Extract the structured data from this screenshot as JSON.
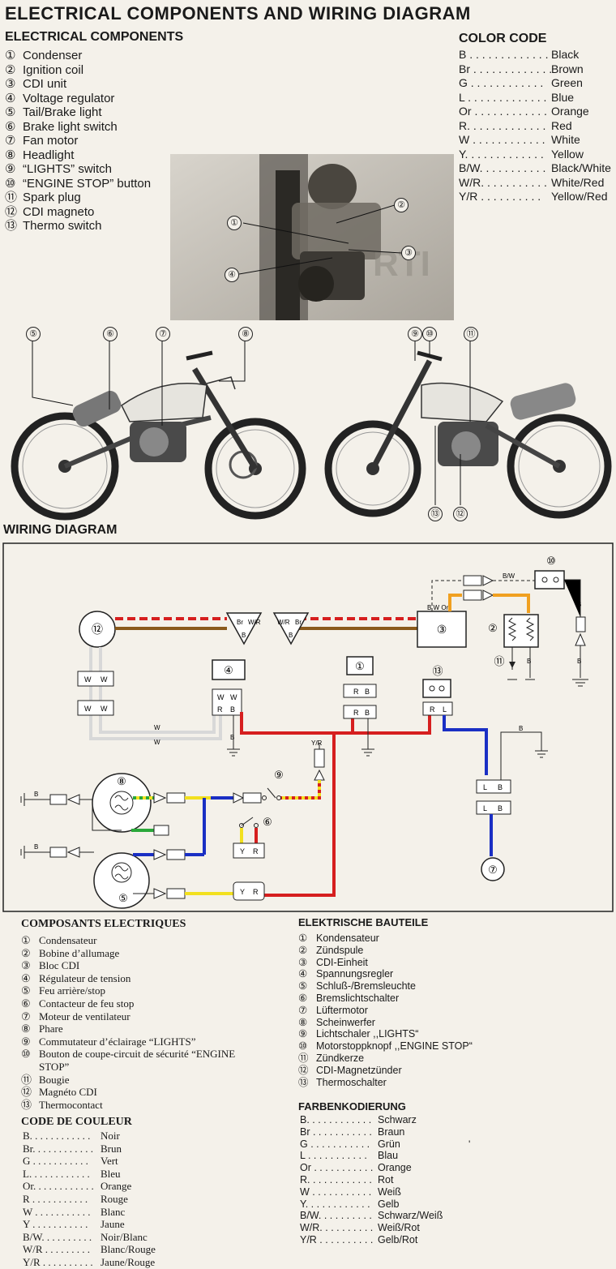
{
  "page_title": "ELECTRICAL COMPONENTS AND WIRING DIAGRAM",
  "components_heading": "ELECTRICAL COMPONENTS",
  "components": [
    {
      "num": "①",
      "label": "Condenser"
    },
    {
      "num": "②",
      "label": "Ignition coil"
    },
    {
      "num": "③",
      "label": "CDI unit"
    },
    {
      "num": "④",
      "label": "Voltage regulator"
    },
    {
      "num": "⑤",
      "label": "Tail/Brake light"
    },
    {
      "num": "⑥",
      "label": "Brake light switch"
    },
    {
      "num": "⑦",
      "label": "Fan motor"
    },
    {
      "num": "⑧",
      "label": "Headlight"
    },
    {
      "num": "⑨",
      "label": "“LIGHTS” switch"
    },
    {
      "num": "⑩",
      "label": "“ENGINE STOP” button"
    },
    {
      "num": "⑪",
      "label": "Spark plug"
    },
    {
      "num": "⑫",
      "label": "CDI magneto"
    },
    {
      "num": "⑬",
      "label": "Thermo switch"
    }
  ],
  "color_code_heading": "COLOR CODE",
  "color_code": [
    {
      "k": "B . . . . . . . . . . . . .",
      "v": "Black"
    },
    {
      "k": "Br . . . . . . . . . . . . .",
      "v": "Brown"
    },
    {
      "k": "G  . . . . . . . . . . . .",
      "v": "Green"
    },
    {
      "k": "L . . . . . . . . . . . . .",
      "v": "Blue"
    },
    {
      "k": "Or . . . . . . . . . . . .",
      "v": "Orange"
    },
    {
      "k": "R. . . . . . . . . . . . .",
      "v": "Red"
    },
    {
      "k": "W  . . . . . . . . . . . .",
      "v": "White"
    },
    {
      "k": "Y. . . . . . . . . . . . .",
      "v": "Yellow"
    },
    {
      "k": "B/W. . . . . . . . . . .",
      "v": "Black/White"
    },
    {
      "k": "W/R. . . . . . . . . . .",
      "v": "White/Red"
    },
    {
      "k": "Y/R  . . . . . . . . . .",
      "v": "Yellow/Red"
    }
  ],
  "photo_callouts": {
    "c1": "①",
    "c2": "②",
    "c3": "③",
    "c4": "④"
  },
  "bike_callouts": {
    "c5": "⑤",
    "c6": "⑥",
    "c7": "⑦",
    "c8": "⑧",
    "c9": "⑨",
    "c10": "⑩",
    "c11": "⑪",
    "c12": "⑫",
    "c13": "⑬"
  },
  "wiring_heading": "WIRING DIAGRAM",
  "wiring_labels": {
    "n1": "①",
    "n2": "②",
    "n3": "③",
    "n4": "④",
    "n5": "⑤",
    "n6": "⑥",
    "n7": "⑦",
    "n8": "⑧",
    "n9": "⑨",
    "n10": "⑩",
    "n11": "⑪",
    "n12": "⑫",
    "n13": "⑬",
    "B": "B",
    "Br": "Br",
    "W": "W",
    "R": "R",
    "L": "L",
    "Y": "Y",
    "WR": "W/R",
    "YR": "Y/R",
    "BW": "B/W",
    "BWOr": "B W Or"
  },
  "wire_colors": {
    "red": "#d61f1f",
    "brown": "#8a5a1c",
    "white": "#e8e8e8",
    "blue": "#1a2fc4",
    "yellow": "#f2e01e",
    "green": "#2aa83a",
    "orange": "#f0a020",
    "black": "#222222"
  },
  "fr_heading": "COMPOSANTS ELECTRIQUES",
  "fr_components": [
    {
      "num": "①",
      "label": "Condensateur"
    },
    {
      "num": "②",
      "label": "Bobine d’allumage"
    },
    {
      "num": "③",
      "label": "Bloc CDI"
    },
    {
      "num": "④",
      "label": "Régulateur de tension"
    },
    {
      "num": "⑤",
      "label": "Feu arrière/stop"
    },
    {
      "num": "⑥",
      "label": "Contacteur de feu stop"
    },
    {
      "num": "⑦",
      "label": "Moteur de ventilateur"
    },
    {
      "num": "⑧",
      "label": "Phare"
    },
    {
      "num": "⑨",
      "label": "Commutateur d’éclairage “LIGHTS”"
    },
    {
      "num": "⑩",
      "label": "Bouton de coupe-circuit de sécurité “ENGINE"
    },
    {
      "num": "",
      "label": "STOP”"
    },
    {
      "num": "⑪",
      "label": "Bougie"
    },
    {
      "num": "⑫",
      "label": "Magnéto CDI"
    },
    {
      "num": "⑬",
      "label": "Thermocontact"
    }
  ],
  "fr_color_heading": "CODE DE COULEUR",
  "fr_color_code": [
    {
      "k": "B. . . . . . . . . . . .",
      "v": "Noir"
    },
    {
      "k": "Br. . . . . . . . . . . .",
      "v": "Brun"
    },
    {
      "k": "G  . . . . . . . . . . .",
      "v": "Vert"
    },
    {
      "k": "L. . . . . . . . . . . .",
      "v": "Bleu"
    },
    {
      "k": "Or. . . . . . . . . . . .",
      "v": "Orange"
    },
    {
      "k": "R  . . . . . . . . . . .",
      "v": "Rouge"
    },
    {
      "k": "W . . . . . . . . . . .",
      "v": "Blanc"
    },
    {
      "k": "Y  . . . . . . . . . . .",
      "v": "Jaune"
    },
    {
      "k": "B/W. . . . . . . . . .",
      "v": "Noir/Blanc"
    },
    {
      "k": "W/R  . . . . . . . . .",
      "v": "Blanc/Rouge"
    },
    {
      "k": "Y/R . . . . . . . . . .",
      "v": "Jaune/Rouge"
    }
  ],
  "de_heading": "ELEKTRISCHE BAUTEILE",
  "de_components": [
    {
      "num": "①",
      "label": "Kondensateur"
    },
    {
      "num": "②",
      "label": "Zündspule"
    },
    {
      "num": "③",
      "label": "CDI-Einheit"
    },
    {
      "num": "④",
      "label": "Spannungsregler"
    },
    {
      "num": "⑤",
      "label": "Schluß-/Bremsleuchte"
    },
    {
      "num": "⑥",
      "label": "Bremslichtschalter"
    },
    {
      "num": "⑦",
      "label": "Lüftermotor"
    },
    {
      "num": "⑧",
      "label": "Scheinwerfer"
    },
    {
      "num": "⑨",
      "label": "Lichtschaler ,,LIGHTS“"
    },
    {
      "num": "⑩",
      "label": "Motorstoppknopf ,,ENGINE STOP“"
    },
    {
      "num": "⑪",
      "label": "Zündkerze"
    },
    {
      "num": "⑫",
      "label": "CDI-Magnetzünder"
    },
    {
      "num": "⑬",
      "label": "Thermoschalter"
    }
  ],
  "de_color_heading": "FARBENKODIERUNG",
  "de_color_code": [
    {
      "k": "B. . . . . . . . . . . .",
      "v": "Schwarz"
    },
    {
      "k": "Br . . . . . . . . . . .",
      "v": "Braun"
    },
    {
      "k": "G  . . . . . . . . . . .",
      "v": "Grün"
    },
    {
      "k": "L . . . . . . . . . . .",
      "v": "Blau"
    },
    {
      "k": "Or . . . . . . . . . . .",
      "v": "Orange"
    },
    {
      "k": "R. . . . . . . . . . . .",
      "v": "Rot"
    },
    {
      "k": "W . . . . . . . . . . .",
      "v": "Weiß"
    },
    {
      "k": "Y. . . . . . . . . . . .",
      "v": "Gelb"
    },
    {
      "k": "B/W. . . . . . . . . .",
      "v": "Schwarz/Weiß"
    },
    {
      "k": "W/R. . . . . . . . . .",
      "v": "Weiß/Rot"
    },
    {
      "k": "Y/R . . . . . . . . . .",
      "v": "Gelb/Rot"
    }
  ],
  "page_mark": "'"
}
